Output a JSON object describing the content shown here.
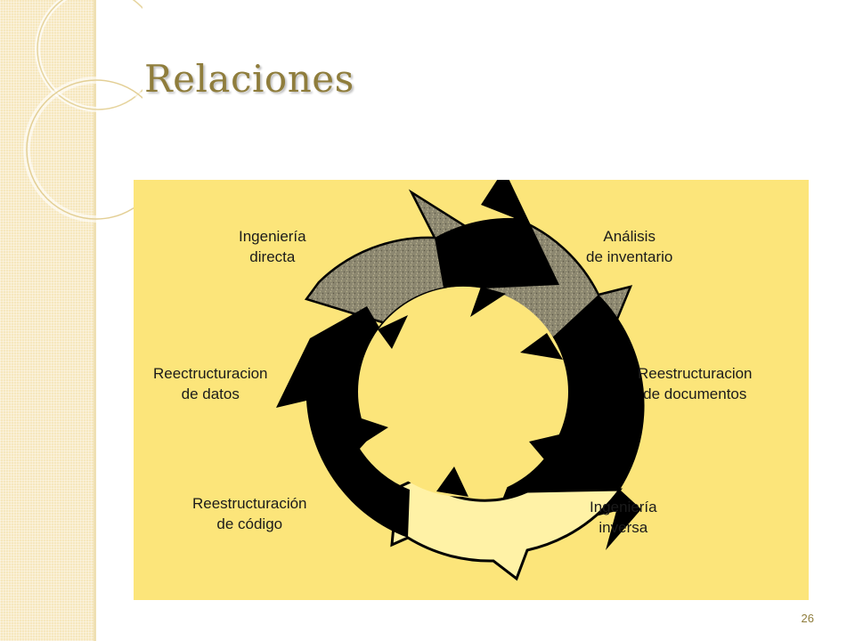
{
  "slide": {
    "title": "Relaciones",
    "page_number": "26"
  },
  "diagram": {
    "colors": {
      "background": "#fce57a",
      "dark_arrow": "#000000",
      "gray_arrow": "#8c8770",
      "light_arrow": "#fff2a6"
    },
    "labels": {
      "ingenieria_directa": [
        "Ingeniería",
        "directa"
      ],
      "analisis_inventario": [
        "Análisis",
        "de inventario"
      ],
      "reestructuracion_documentos": [
        "Reestructuracion",
        "de documentos"
      ],
      "ingenieria_inversa": [
        "Ingeniería",
        "inversa"
      ],
      "reestructuracion_codigo": [
        "Reestructuración",
        "de código"
      ],
      "reestructuracion_datos": [
        "Reectructuracion",
        "de datos"
      ]
    }
  }
}
